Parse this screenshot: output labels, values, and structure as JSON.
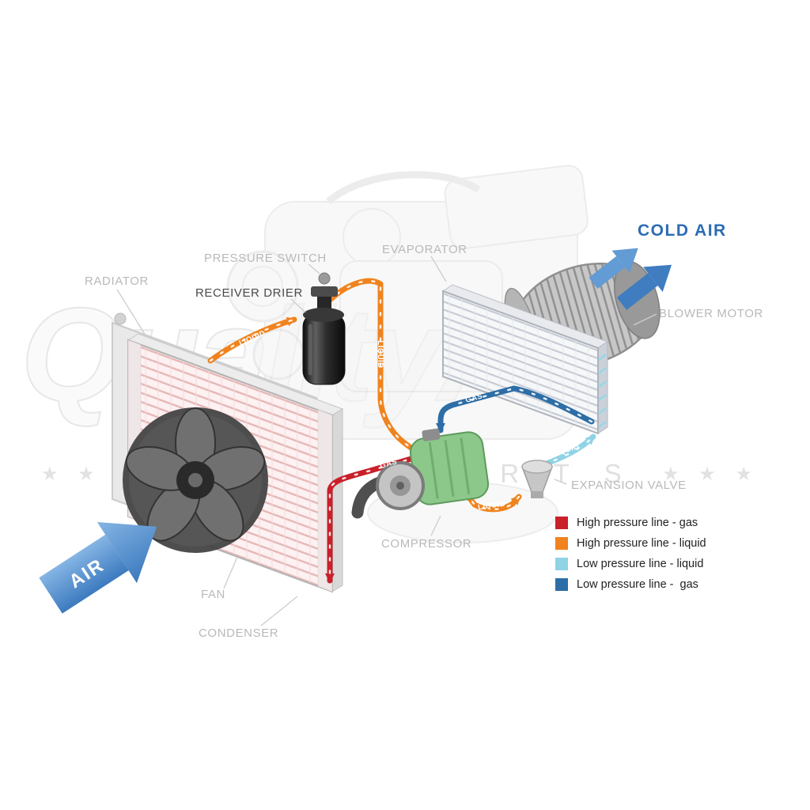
{
  "watermark": {
    "brand": "QualityAir",
    "stars_left": "★ ★ ★",
    "sub": "AUTO PARTS",
    "stars_right": "★ ★ ★"
  },
  "component_labels": {
    "radiator": "RADIATOR",
    "pressure_switch": "PRESSURE SWITCH",
    "receiver_drier": "RECEIVER DRIER",
    "evaporator": "EVAPORATOR",
    "blower_motor": "BLOWER MOTOR",
    "expansion_valve": "EXPANSION VALVE",
    "compressor": "COMPRESSOR",
    "fan": "FAN",
    "condenser": "CONDENSER"
  },
  "flow_labels": {
    "cold_air": "COLD AIR",
    "air_in": "AIR",
    "liquid_condenser_to_drier": "LIQUID",
    "liquid_drier_down": "LIQUID",
    "gas_evaporator_to_compressor": "GAS",
    "gas_compressor_to_condenser": "GAS",
    "liquid_valve_to_evaporator": "LIQUID",
    "liquid_to_expansion_valve": "LIQUID"
  },
  "legend": {
    "items": [
      {
        "label": "High pressure line - gas",
        "color": "#c9202a"
      },
      {
        "label": "High pressure line - liquid",
        "color": "#f0831e"
      },
      {
        "label": "Low pressure line - liquid",
        "color": "#8fd3e5"
      },
      {
        "label": "Low pressure line -  gas",
        "color": "#2d6ea6"
      }
    ]
  },
  "colors": {
    "cold_air_text": "#2d6cb4",
    "air_arrow": "#4c86c6",
    "cold_air_arrow_light": "#639bd4",
    "cold_air_arrow_dark": "#3f7cc0",
    "component_label_gray": "#b9b9b9",
    "receiver_drier_label": "#4a4a4a"
  }
}
